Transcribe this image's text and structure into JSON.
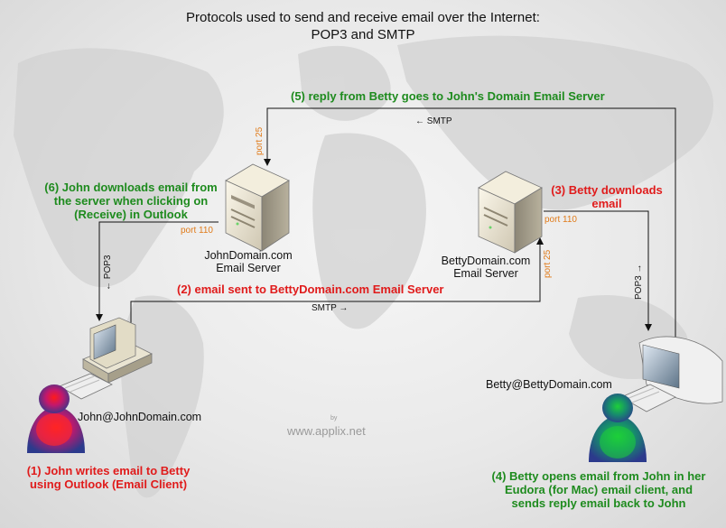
{
  "title_line1": "Protocols used to send and receive email over the Internet:",
  "title_line2": "POP3 and SMTP",
  "steps": {
    "s1_line1": "(1) John writes email to Betty",
    "s1_line2": "using Outlook (Email Client)",
    "s2": "(2) email sent to BettyDomain.com Email Server",
    "s3_line1": "(3) Betty downloads",
    "s3_line2": "email",
    "s4_line1": "(4) Betty opens email from John in her",
    "s4_line2": "Eudora (for Mac) email client, and",
    "s4_line3": "sends reply email back to John",
    "s5": "(5) reply from Betty goes to John's Domain Email Server",
    "s6_line1": "(6) John downloads email from",
    "s6_line2": "the server when clicking on",
    "s6_line3": "(Receive) in Outlook"
  },
  "protocols": {
    "smtp_top": "← SMTP",
    "smtp_bottom": "SMTP →",
    "pop3_left": "← POP3",
    "pop3_right": "POP3 →"
  },
  "ports": {
    "john_25": "port 25",
    "john_110": "port 110",
    "betty_25": "port 25",
    "betty_110": "port 110"
  },
  "servers": {
    "john_line1": "JohnDomain.com",
    "john_line2": "Email Server",
    "betty_line1": "BettyDomain.com",
    "betty_line2": "Email Server"
  },
  "users": {
    "john_address": "John@JohnDomain.com",
    "betty_address": "Betty@BettyDomain.com"
  },
  "watermark": {
    "by": "by",
    "site": "www.applix.net"
  },
  "colors": {
    "step_green": "#1e8b1e",
    "step_red": "#e01b1b",
    "port_orange": "#e07b1a"
  }
}
